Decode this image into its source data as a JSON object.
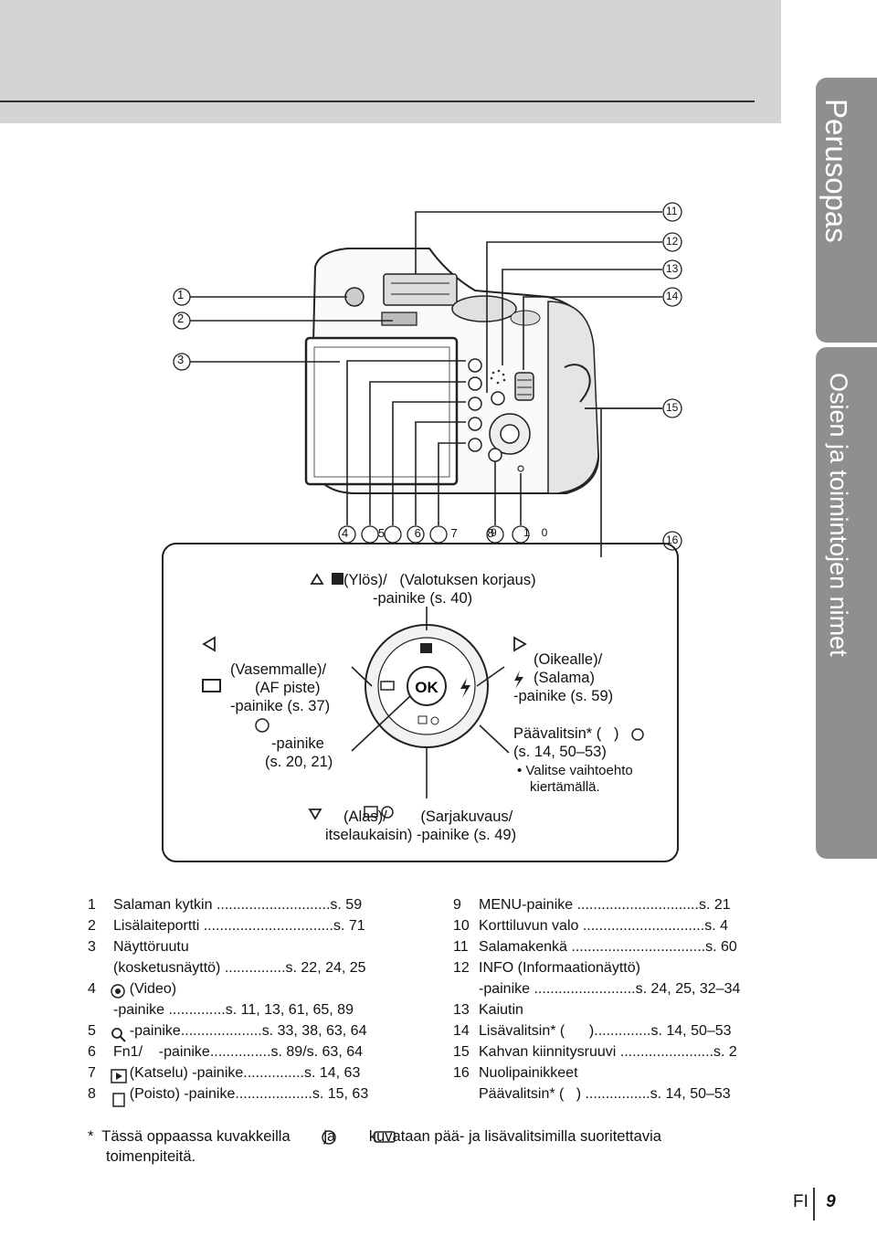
{
  "sidebar": {
    "tab_top": "Perusopas",
    "tab_bottom": "Osien ja toimintojen nimet"
  },
  "callout_numbers": {
    "n1": "1",
    "n2": "2",
    "n3": "3",
    "n11": "11",
    "n12": "12",
    "n13": "13",
    "n14": "14",
    "n15": "15",
    "n16": "16",
    "row_left": "4 5 6 7 8",
    "row_mid": "9 10"
  },
  "controls": {
    "up": {
      "line1": "(Ylös)/   (Valotuksen korjaus)",
      "line2": "-painike (s. 40)"
    },
    "left": {
      "line1": "(Vasemmalle)/",
      "line2": "(AF piste)",
      "line3": "-painike (s. 37)"
    },
    "ok": {
      "line1": "-painike",
      "line2": "(s. 20, 21)"
    },
    "right": {
      "line1": "(Oikealle)/",
      "line2": "(Salama)",
      "line3": "-painike (s. 59)"
    },
    "main_dial": {
      "line1": "Päävalitsin* (   )",
      "line2": "(s. 14, 50–53)",
      "line3": "• Valitse vaihtoehto",
      "line4": "kiertämällä."
    },
    "down": {
      "line1": "(Alas)/        (Sarjakuvaus/",
      "line2": "itselaukaisin) -painike (s. 49)"
    }
  },
  "parts_left": [
    {
      "n": "1",
      "text": "Salaman kytkin ............................s. 59"
    },
    {
      "n": "2",
      "text": "Lisälaiteportti ................................s. 71"
    },
    {
      "n": "3",
      "text": "Näyttöruutu"
    },
    {
      "n": "",
      "text": "(kosketusnäyttö) ...............s. 22, 24, 25"
    },
    {
      "n": "4",
      "text": "    (Video)"
    },
    {
      "n": "",
      "text": "-painike ..............s. 11, 13, 61, 65, 89"
    },
    {
      "n": "5",
      "text": "    -painike....................s. 33, 38, 63, 64"
    },
    {
      "n": "6",
      "text": "Fn1/    -painike...............s. 89/s. 63, 64"
    },
    {
      "n": "7",
      "text": "    (Katselu) -painike...............s. 14, 63"
    },
    {
      "n": "8",
      "text": "    (Poisto) -painike...................s. 15, 63"
    }
  ],
  "parts_right": [
    {
      "n": "9",
      "text": "MENU-painike ..............................s. 21"
    },
    {
      "n": "10",
      "text": "Korttiluvun valo ..............................s. 4"
    },
    {
      "n": "11",
      "text": "Salamakenkä .................................s. 60"
    },
    {
      "n": "12",
      "text": "INFO (Informaationäyttö)"
    },
    {
      "n": "",
      "text": "-painike .........................s. 24, 25, 32–34"
    },
    {
      "n": "13",
      "text": "Kaiutin"
    },
    {
      "n": "14",
      "text": "Lisävalitsin* (      )..............s. 14, 50–53"
    },
    {
      "n": "15",
      "text": "Kahvan kiinnitysruuvi .......................s. 2"
    },
    {
      "n": "16",
      "text": "Nuolipainikkeet"
    },
    {
      "n": "",
      "text": "Päävalitsin* (   ) ................s. 14, 50–53"
    }
  ],
  "footnote": {
    "line1": "*  Tässä oppaassa kuvakkeilla        ja        kuvataan pää- ja lisävalitsimilla suoritettavia",
    "line2": "toimenpiteitä."
  },
  "page": {
    "lang": "FI",
    "number": "9"
  },
  "dpad": {
    "ok_label": "OK"
  }
}
